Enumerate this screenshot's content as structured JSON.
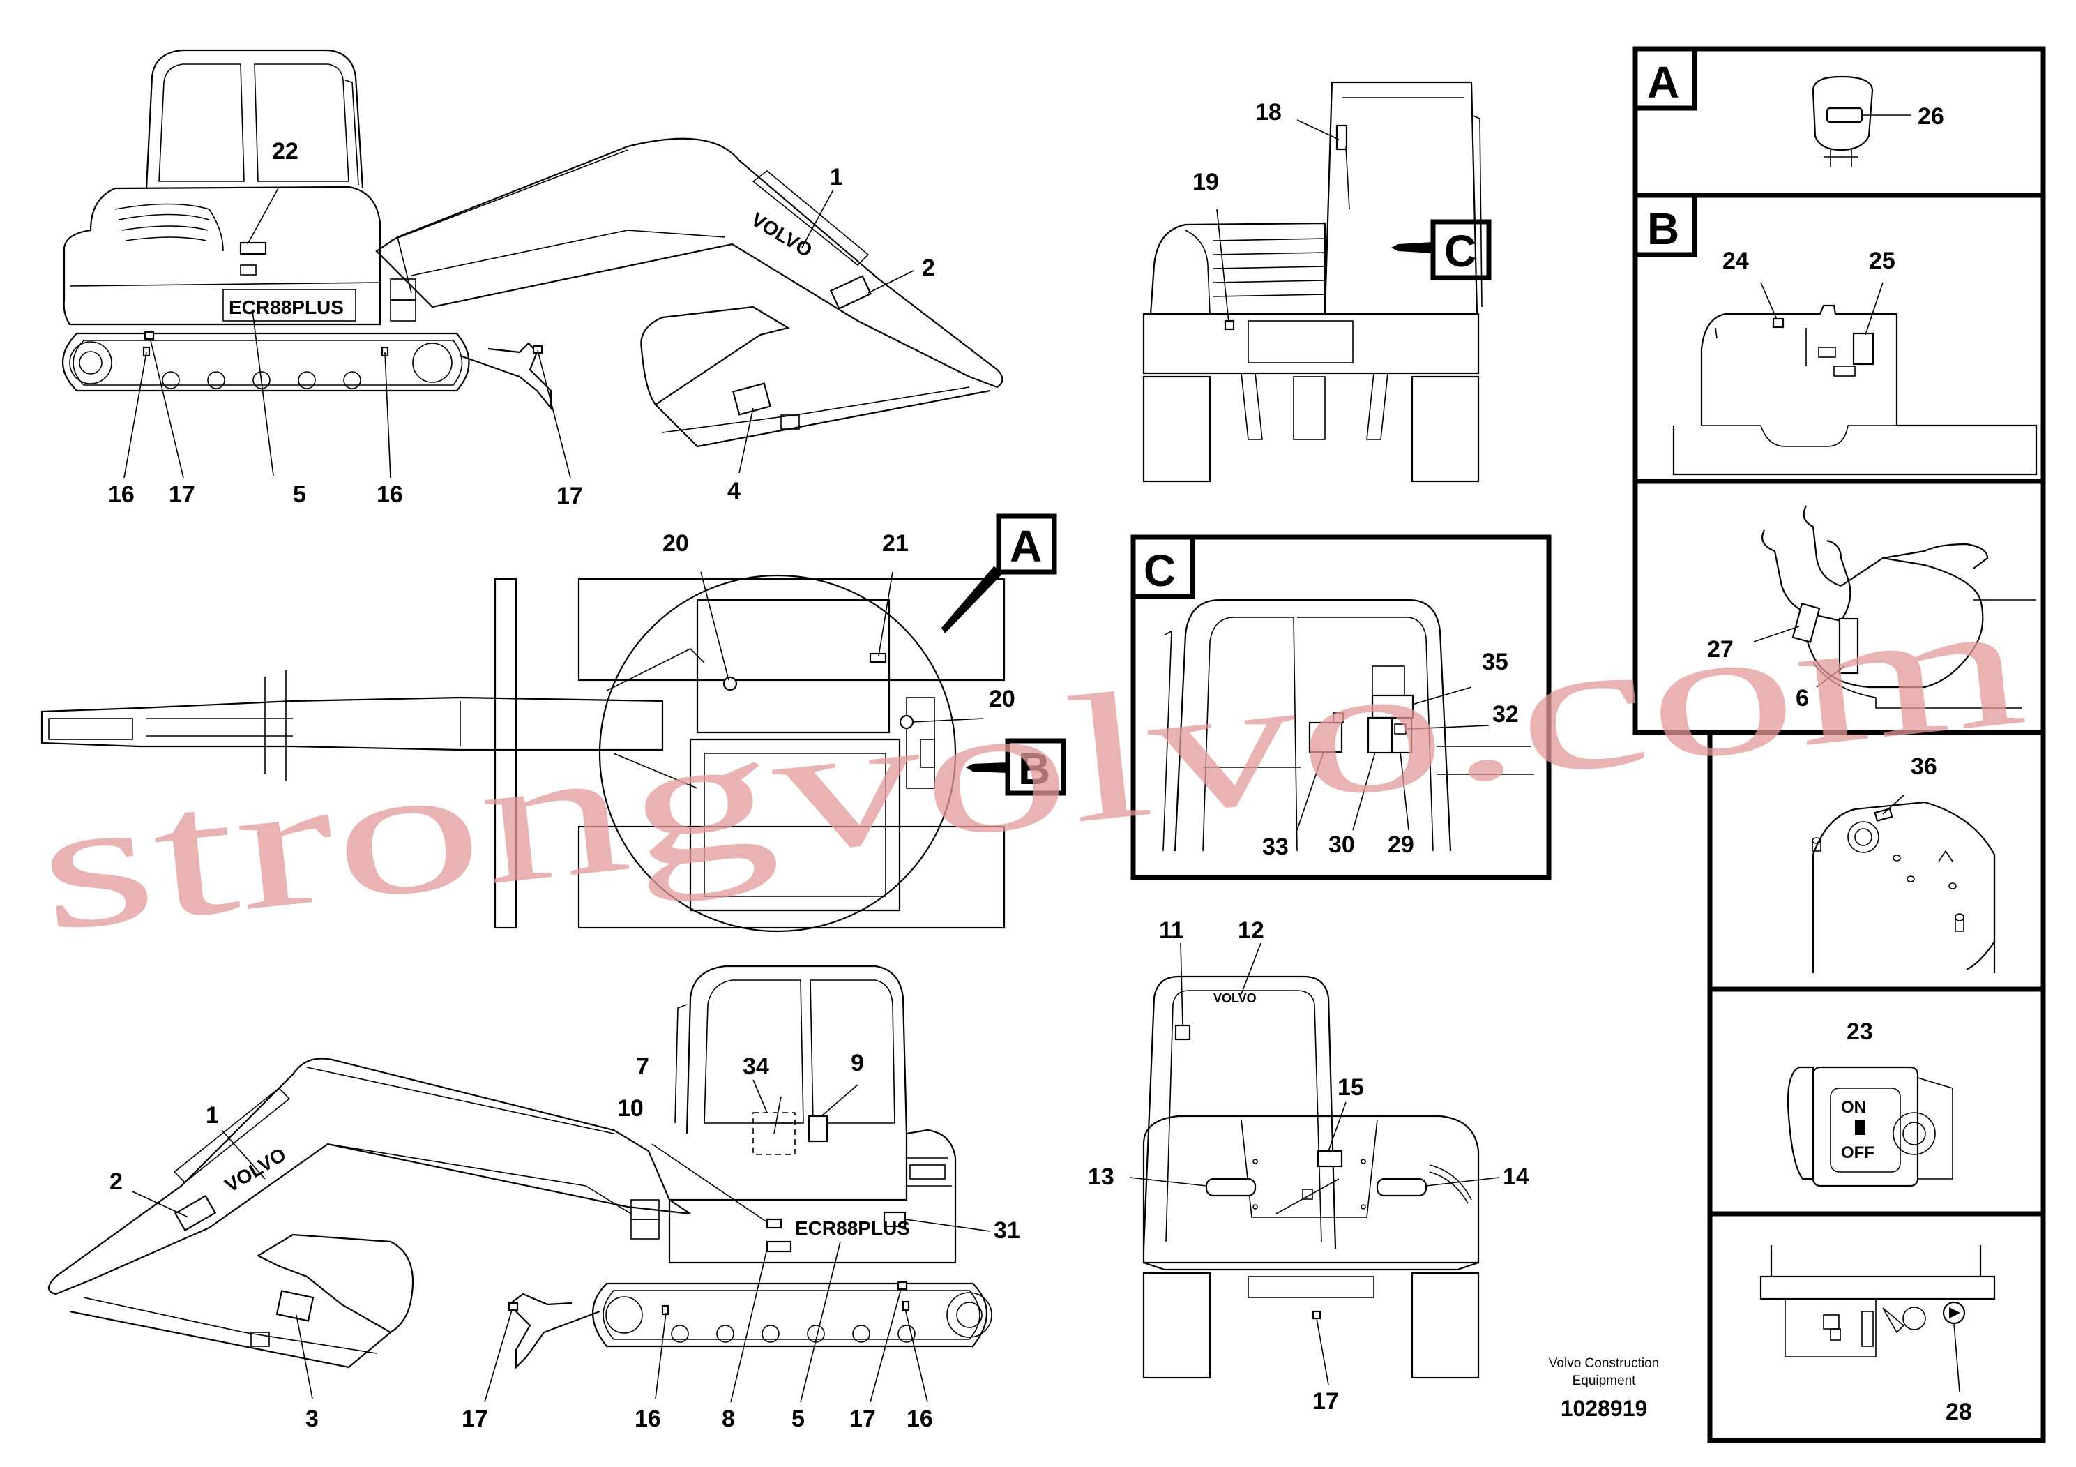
{
  "watermark": "strongvolvo.com",
  "footer": {
    "company_line1": "Volvo Construction",
    "company_line2": "Equipment",
    "drawing_number": "1028919"
  },
  "decals": {
    "brand": "VOLVO",
    "model": "ECR88PLUS",
    "switch_on": "ON",
    "switch_off": "OFF"
  },
  "detail_views": {
    "a": "A",
    "b": "B",
    "c": "C"
  },
  "callouts": {
    "n1": "1",
    "n2": "2",
    "n3": "3",
    "n4": "4",
    "n5": "5",
    "n6": "6",
    "n7": "7",
    "n8": "8",
    "n9": "9",
    "n10": "10",
    "n11": "11",
    "n12": "12",
    "n13": "13",
    "n14": "14",
    "n15": "15",
    "n16": "16",
    "n17": "17",
    "n18": "18",
    "n19": "19",
    "n20": "20",
    "n21": "21",
    "n22": "22",
    "n23": "23",
    "n24": "24",
    "n25": "25",
    "n26": "26",
    "n27": "27",
    "n28": "28",
    "n29": "29",
    "n30": "30",
    "n31": "31",
    "n32": "32",
    "n33": "33",
    "n34": "34",
    "n35": "35",
    "n36": "36"
  }
}
